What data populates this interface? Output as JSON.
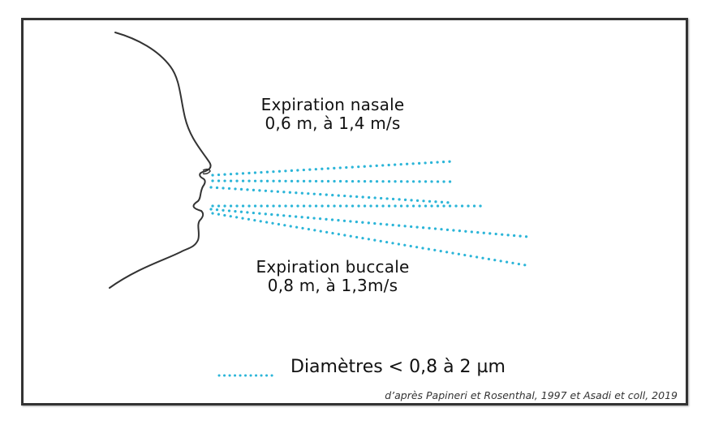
{
  "diagram": {
    "labels": {
      "nasal": {
        "title": "Expiration nasale",
        "detail": "0,6 m, à 1,4 m/s"
      },
      "buccal": {
        "title": "Expiration buccale",
        "detail": "0,8 m, à 1,3m/s"
      }
    },
    "legend": {
      "symbol": "dotted-line",
      "text": "Diamètres < 0,8 à 2 µm"
    },
    "source": "d’après Papineri et Rosenthal, 1997 et Asadi et coll, 2019",
    "colors": {
      "dots": "#2bb5d8",
      "frame": "#333333",
      "text": "#111111",
      "face_outline": "#333333"
    }
  }
}
